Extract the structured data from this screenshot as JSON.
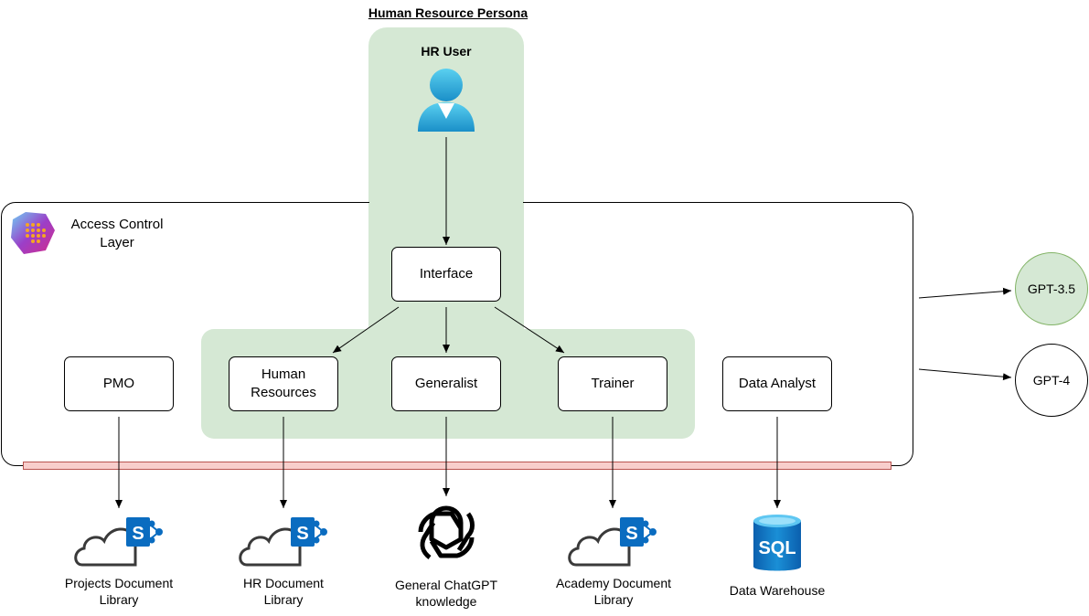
{
  "title": "Human Resource Persona",
  "hr_user": {
    "label": "HR User"
  },
  "access_control": {
    "label": "Access Control Layer"
  },
  "interface": {
    "label": "Interface"
  },
  "nodes": {
    "pmo": "PMO",
    "human_resources": "Human Resources",
    "generalist": "Generalist",
    "trainer": "Trainer",
    "data_analyst": "Data Analyst"
  },
  "models": {
    "gpt35": "GPT-3.5",
    "gpt4": "GPT-4"
  },
  "libraries": {
    "projects": "Projects Document Library",
    "hr": "HR Document Library",
    "chatgpt": "General ChatGPT knowledge",
    "academy": "Academy Document Library",
    "warehouse": "Data Warehouse"
  },
  "colors": {
    "green_zone": "#d5e8d4",
    "bar_fill": "#f8cecc",
    "sharepoint": "#0a6cc0",
    "sql": "#1a8fd6"
  },
  "icons": {
    "hr_user": "user-icon",
    "acl": "access-control-logo-icon",
    "sharepoint": "sharepoint-icon",
    "openai": "openai-icon",
    "sql": "sql-database-icon"
  }
}
